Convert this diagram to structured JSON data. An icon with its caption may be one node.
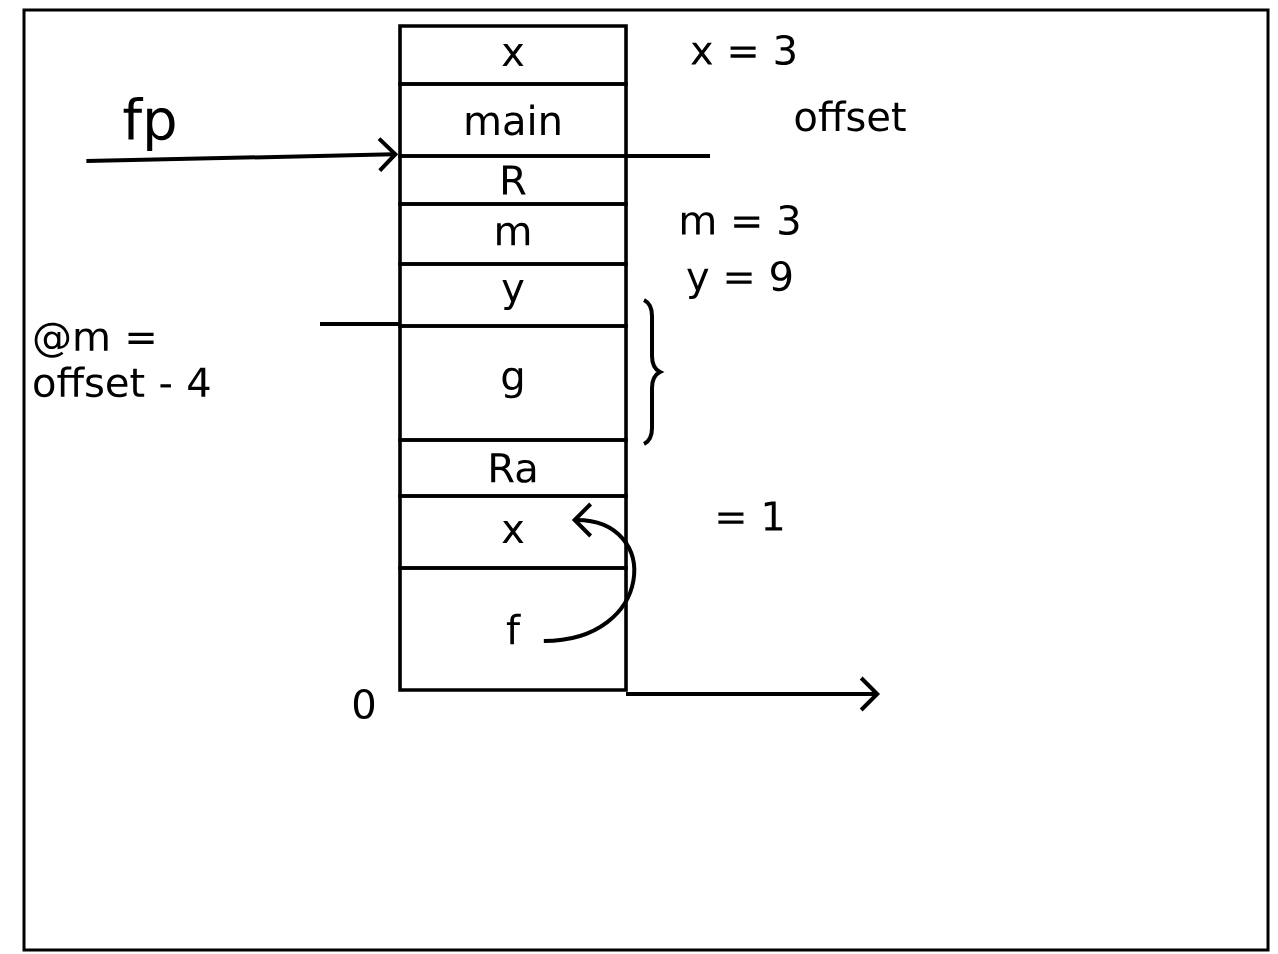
{
  "diagram": {
    "nodes": [
      {
        "text": [
          "x"
        ]
      },
      {
        "text": [
          "main"
        ]
      },
      {
        "text": [
          "R"
        ]
      },
      {
        "text": [
          "m"
        ]
      },
      {
        "text": [
          "y"
        ]
      },
      {
        "text": [
          "g"
        ]
      },
      {
        "text": [
          "Ra"
        ]
      },
      {
        "text": [
          "x"
        ]
      },
      {
        "text": [
          "f"
        ]
      },
      {
        "text": [
          "fp"
        ]
      }
    ],
    "edges": [
      {
        "from": 9,
        "to": 2,
        "arrow": "to"
      },
      {
        "from": 8,
        "to": 7,
        "arrow": "to"
      }
    ],
    "labels": [
      "x = 3",
      "offset",
      "m = 3",
      "y = 9",
      "@m = offset - 4",
      "= 1",
      "0"
    ]
  }
}
